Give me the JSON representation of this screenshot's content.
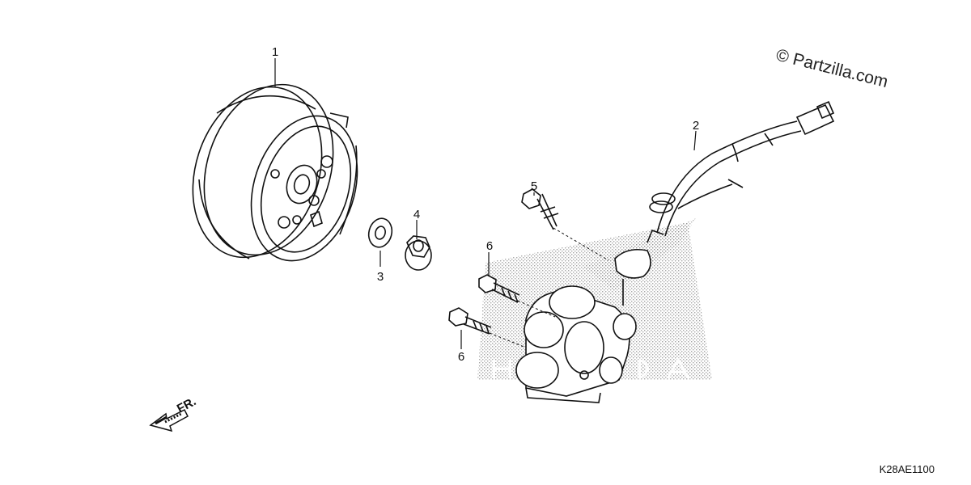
{
  "callouts": [
    {
      "id": "1",
      "label": "1"
    },
    {
      "id": "2",
      "label": "2"
    },
    {
      "id": "3",
      "label": "3"
    },
    {
      "id": "4",
      "label": "4"
    },
    {
      "id": "5",
      "label": "5"
    },
    {
      "id": "6a",
      "label": "6"
    },
    {
      "id": "6b",
      "label": "6"
    }
  ],
  "watermark": "© Partzilla.com",
  "direction_label": "FR.",
  "diagram_code": "K28AE1100",
  "colors": {
    "line": "#111111",
    "stipple": "#8a8a8a",
    "background": "#ffffff"
  }
}
